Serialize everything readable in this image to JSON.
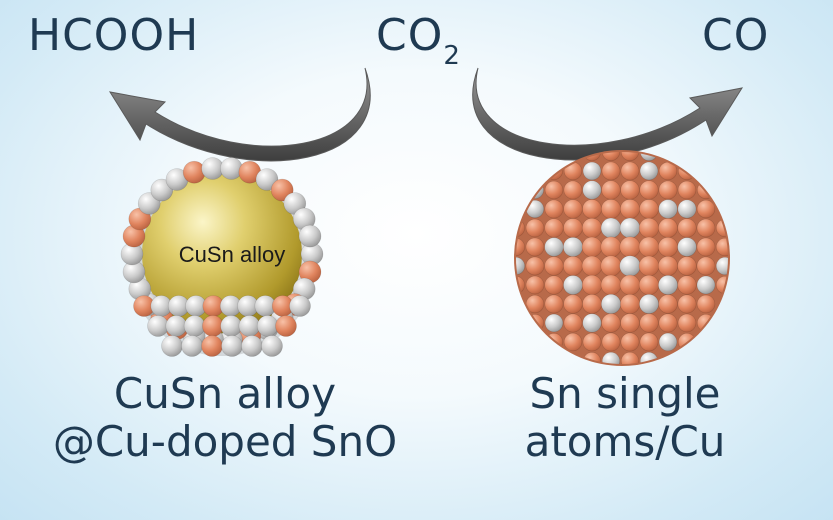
{
  "products": {
    "left": "HCOOH",
    "center_main": "CO",
    "center_sub": "2",
    "right": "CO"
  },
  "left_particle": {
    "core_label": "CuSn alloy",
    "caption_line1": "CuSn alloy",
    "caption_line2": "@Cu-doped SnO"
  },
  "right_particle": {
    "caption_line1": "Sn single",
    "caption_line2": "atoms/Cu"
  },
  "colors": {
    "cu": "#e0845e",
    "sn": "#c4c4c4",
    "core": "#c9b445",
    "arrow": "#6e6e6e",
    "text": "#1f3a52"
  }
}
